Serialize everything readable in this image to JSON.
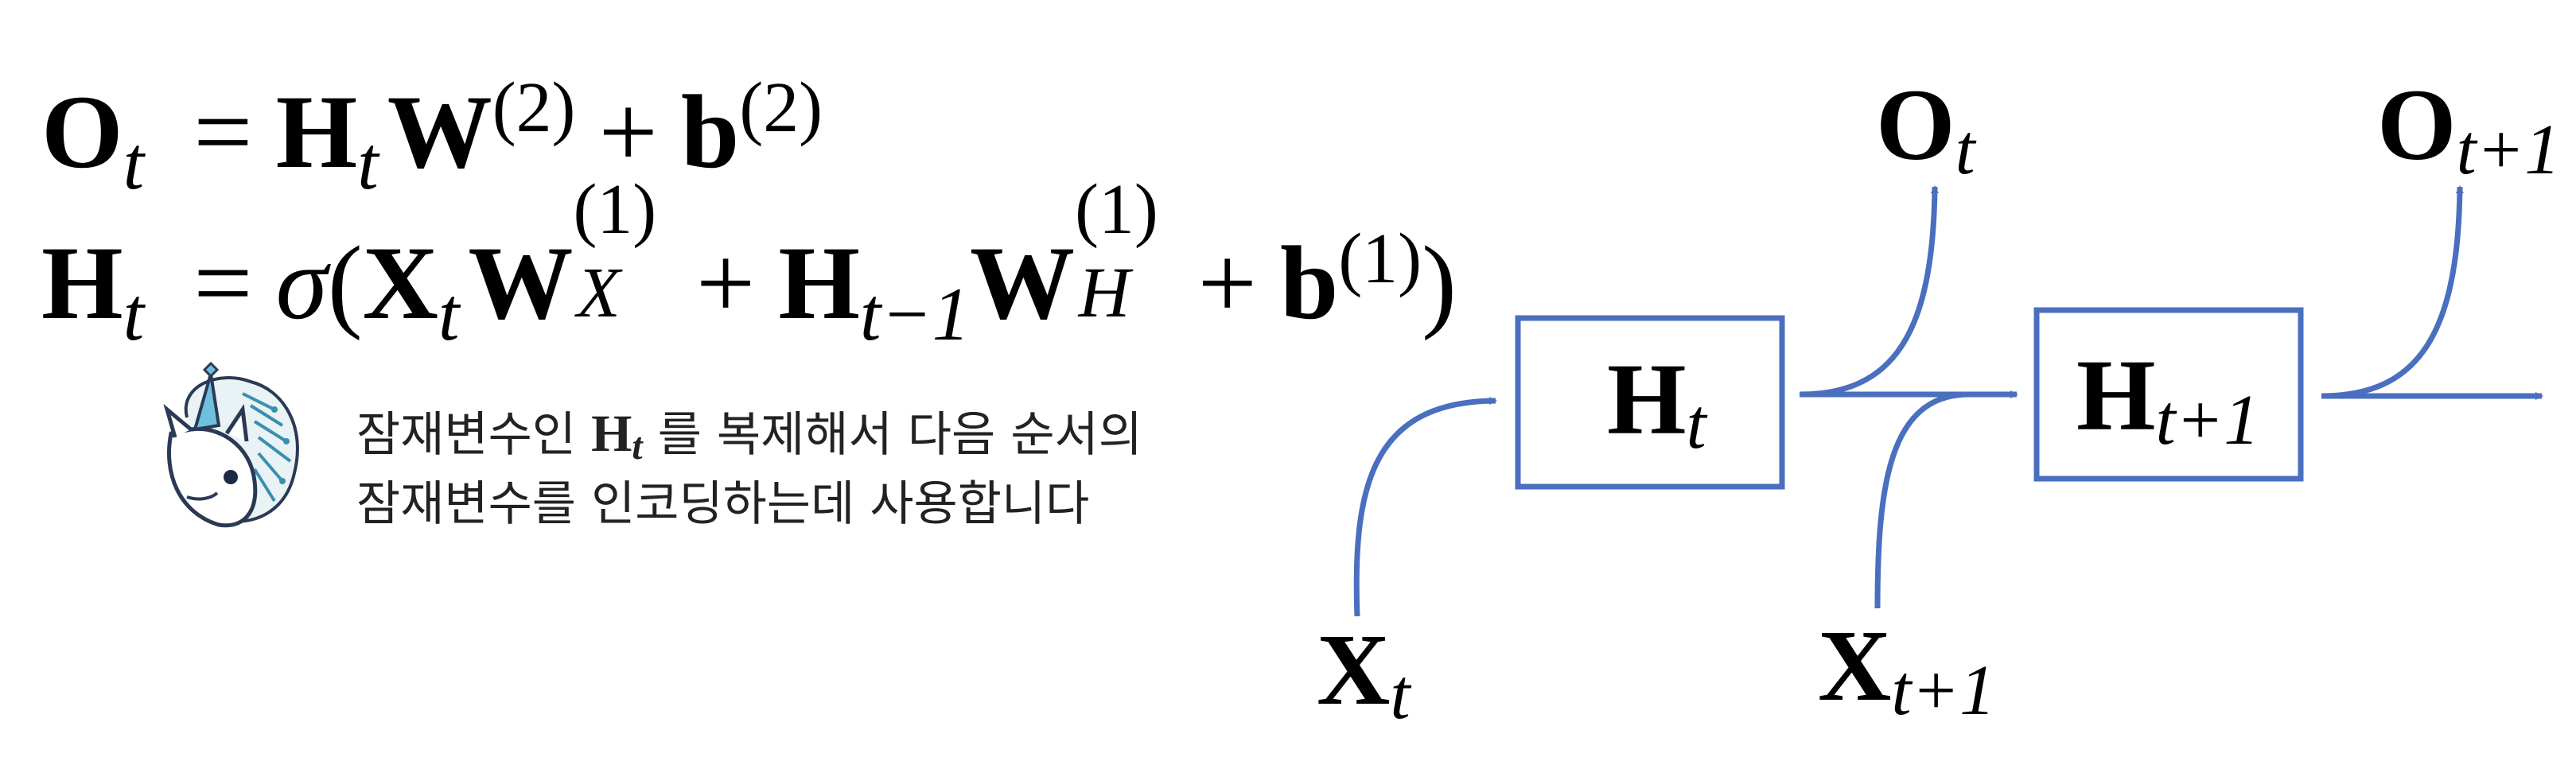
{
  "equations": {
    "eq1": {
      "lhs_symbol": "O",
      "lhs_sub": "t",
      "equals": "=",
      "t1": "H",
      "t1_sub": "t",
      "t2": "W",
      "t2_sup": "(2)",
      "plus": "+",
      "t3": "b",
      "t3_sup": "(2)"
    },
    "eq2": {
      "lhs_symbol": "H",
      "lhs_sub": "t",
      "equals": "=",
      "sigma": "σ",
      "open": "(",
      "t1": "X",
      "t1_sub": "t",
      "t2": "W",
      "t2_sup": "(1)",
      "t2_sub": "X",
      "plus1": "+",
      "t3": "H",
      "t3_sub": "t−1",
      "t4": "W",
      "t4_sup": "(1)",
      "t4_sub": "H",
      "plus2": "+",
      "t5": "b",
      "t5_sup": "(1)",
      "close": ")"
    }
  },
  "note": {
    "line1_before": "잠재변수인 ",
    "line1_symbol": "H",
    "line1_sub": "t",
    "line1_after": " 를 복제해서 다음 순서의",
    "line2": "잠재변수를 인코딩하는데 사용합니다"
  },
  "diagram": {
    "color_arrow": "#4a6fbe",
    "color_box": "#4a6fbe",
    "box1": {
      "symbol": "H",
      "sub": "t"
    },
    "box2": {
      "symbol": "H",
      "sub": "t+1"
    },
    "out1": {
      "symbol": "O",
      "sub": "t"
    },
    "out2": {
      "symbol": "O",
      "sub": "t+1"
    },
    "in1": {
      "symbol": "X",
      "sub": "t"
    },
    "in2": {
      "symbol": "X",
      "sub": "t+1"
    }
  }
}
